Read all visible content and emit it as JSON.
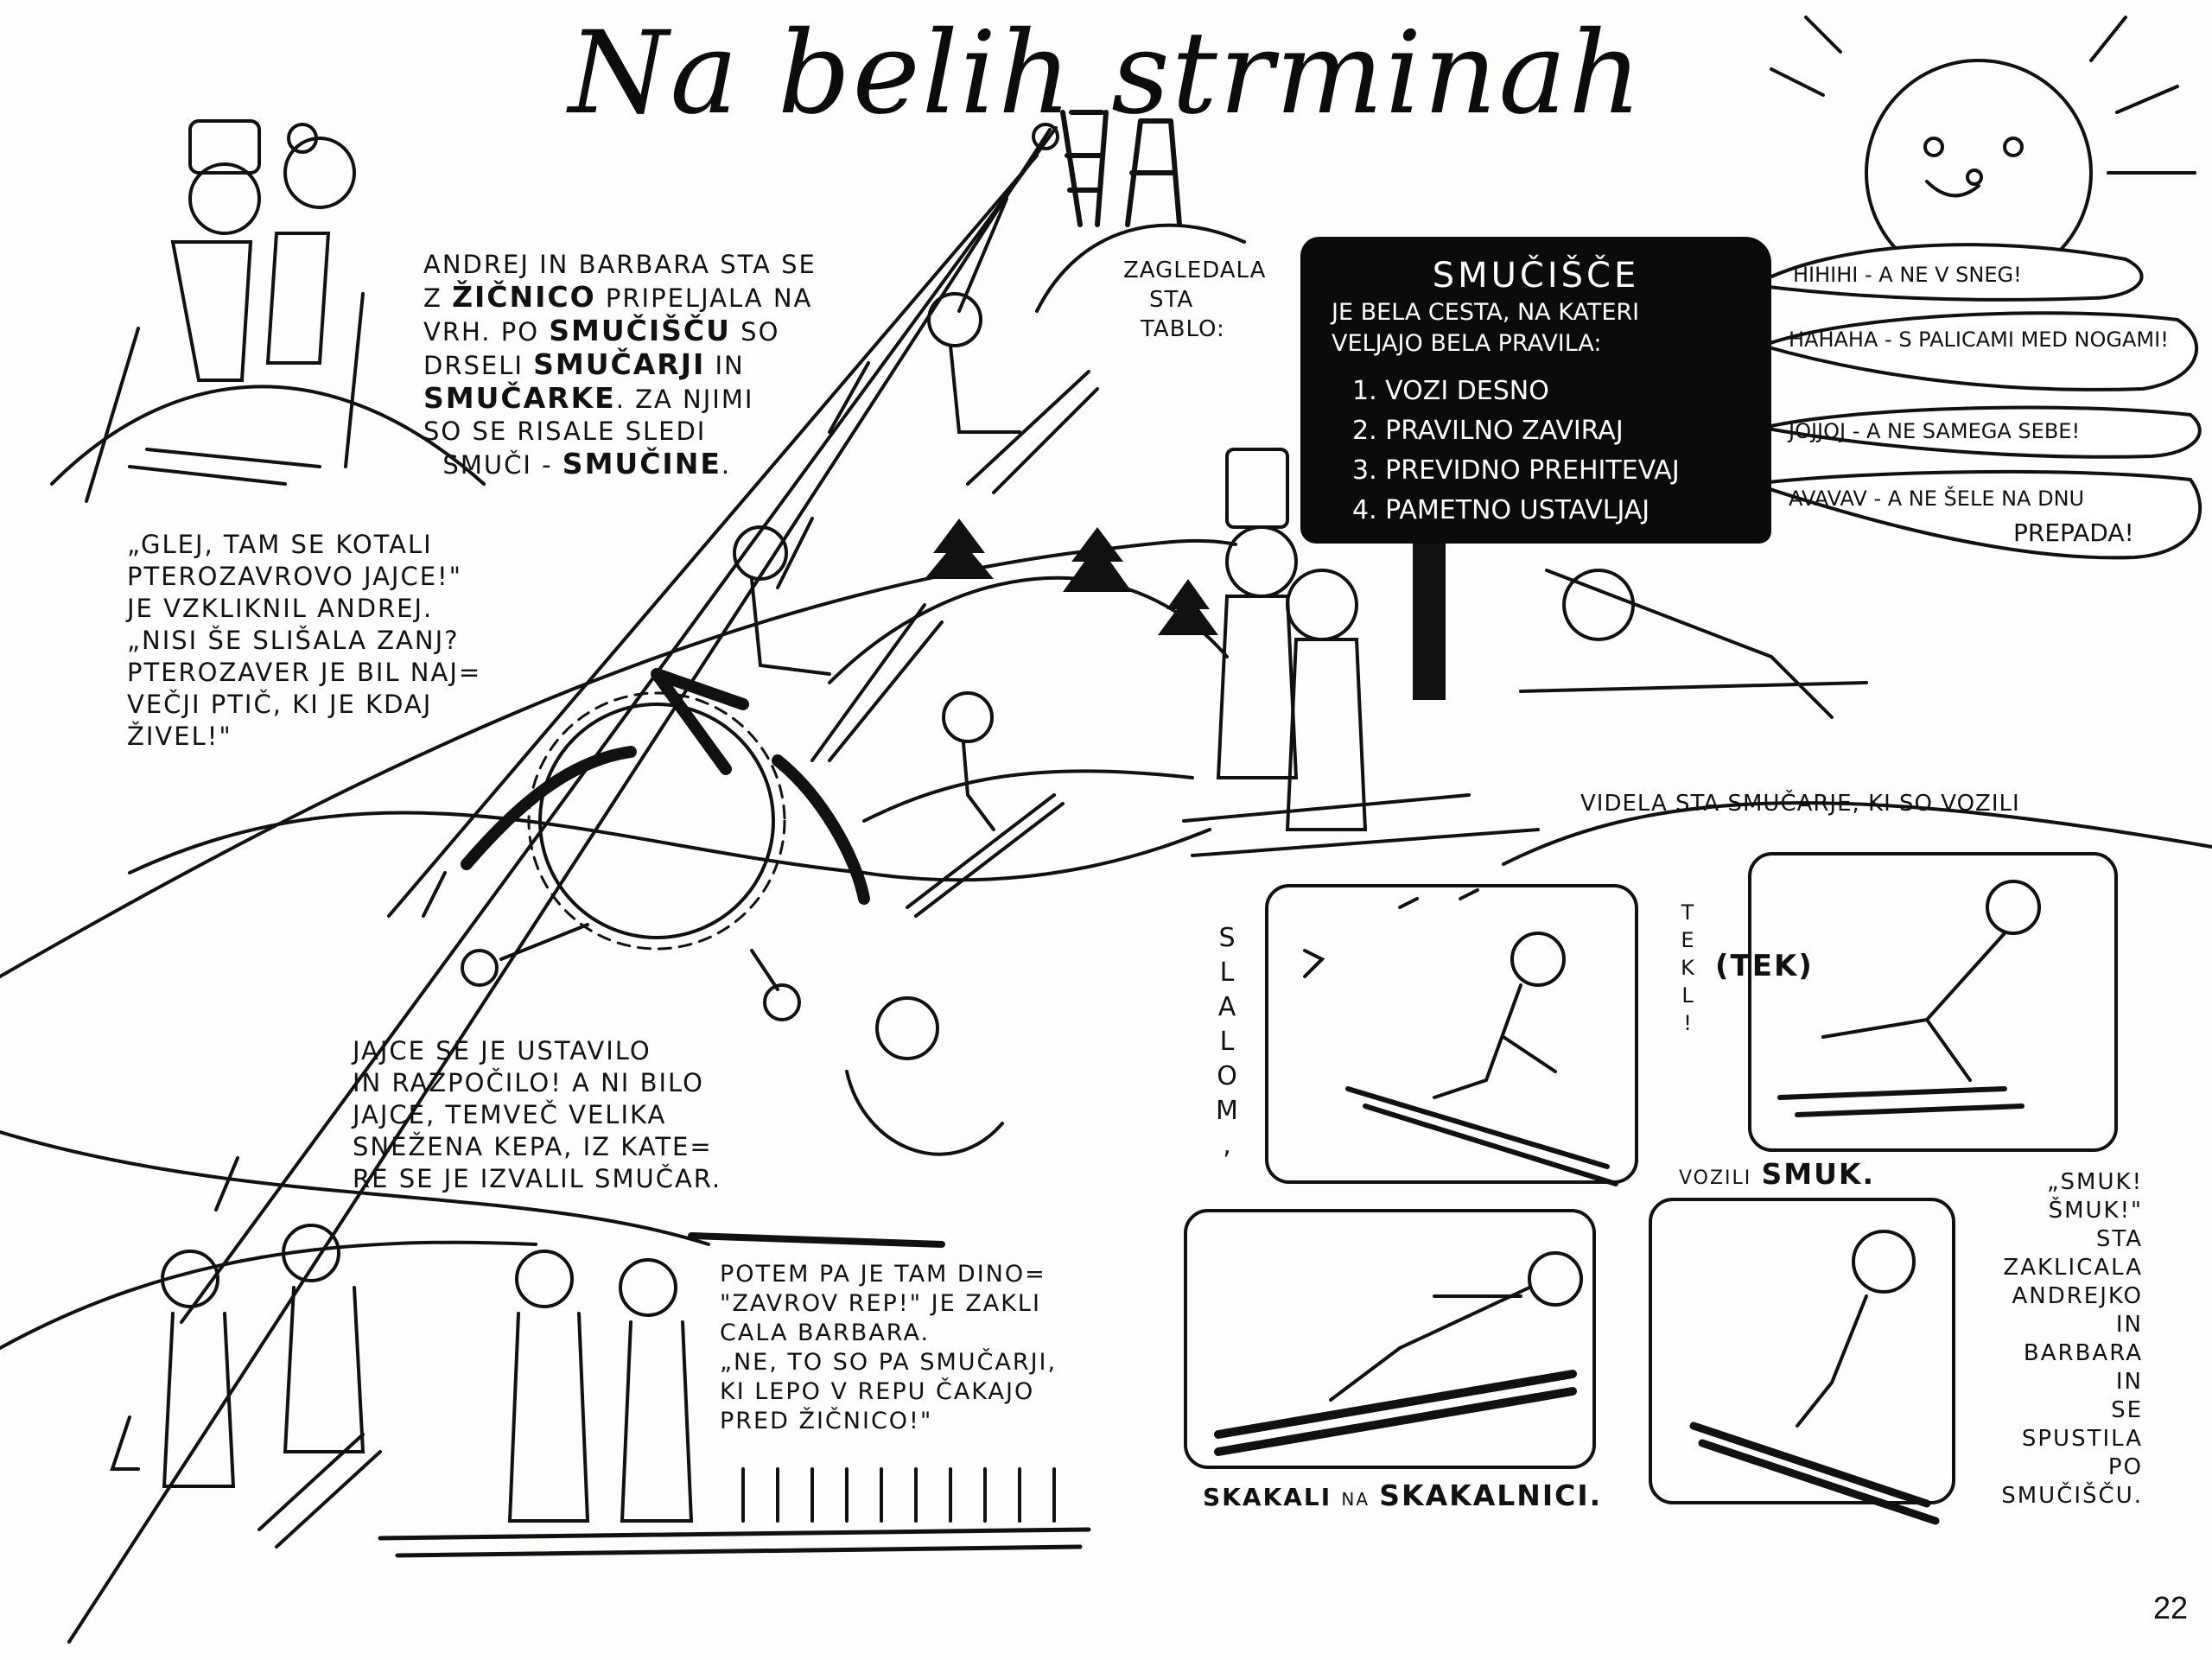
{
  "title": "Na belih strminah",
  "page_number": "22",
  "story": {
    "intro_lines": [
      [
        [
          "ANDREJ IN BARBARA STA SE",
          false
        ]
      ],
      [
        [
          "Z ",
          false
        ],
        [
          "ŽIČNICO",
          true
        ],
        [
          " PRIPELJALA NA",
          false
        ]
      ],
      [
        [
          "VRH. PO ",
          false
        ],
        [
          "SMUČIŠČU",
          true
        ],
        [
          " SO",
          false
        ]
      ],
      [
        [
          "DRSELI ",
          false
        ],
        [
          "SMUČARJI",
          true
        ],
        [
          " IN",
          false
        ]
      ],
      [
        [
          "SMUČARKE",
          true
        ],
        [
          ". ZA NJIMI",
          false
        ]
      ],
      [
        [
          "SO SE RISALE SLEDI",
          false
        ]
      ],
      [
        [
          "  SMUČI - ",
          false
        ],
        [
          "SMUČINE",
          true
        ],
        [
          ".",
          false
        ]
      ]
    ],
    "egg_lines": [
      "„GLEJ, TAM SE KOTALI",
      "PTEROZAVROVO JAJCE!\"",
      "JE VZKLIKNIL ANDREJ.",
      "„NISI ŠE SLIŠALA ZANJ?",
      "PTEROZAVER JE BIL NAJ=",
      "VEČJI PTIČ, KI JE KDAJ",
      "ŽIVEL!\""
    ],
    "snowball_lines": [
      "JAJCE SE JE USTAVILO",
      "IN RAZPOČILO! A NI BILO",
      "JAJCE, TEMVEČ VELIKA",
      "SNEŽENA KEPA, IZ KATE=",
      "RE SE JE IZVALIL SMUČAR."
    ],
    "queue_lines": [
      " POTEM PA JE TAM DINO=",
      "\"ZAVROV REP!\" JE ZAKLI",
      "CALA BARBARA.",
      "„NE, TO SO PA SMUČARJI,",
      "KI LEPO V REPU ČAKAJO",
      "PRED ŽIČNICO!\""
    ],
    "sign_caption": [
      "ZAGLEDALA",
      "STA",
      "TABLO:"
    ],
    "saw_skiers": "VIDELA STA SMUČARJE, KI SO VOZILI",
    "ending_lines": [
      "„SMUK!",
      "ŠMUK!\"",
      "STA",
      "ZAKLICALA",
      "ANDREJKO",
      "IN",
      "BARBARA",
      "IN",
      "SE",
      "SPUSTILA",
      "PO",
      "SMUČIŠČU."
    ]
  },
  "sign": {
    "heading": "SMUČIŠČE",
    "subtitle": [
      "JE BELA CESTA, NA KATERI",
      "VELJAJO BELA PRAVILA:"
    ],
    "rules": [
      "1. VOZI DESNO",
      "2. PRAVILNO ZAVIRAJ",
      "3. PREVIDNO PREHITEVAJ",
      "4. PAMETNO USTAVLJAJ"
    ]
  },
  "sun_bubbles": [
    "HIHIHI - A NE V SNEG!",
    "HAHAHA - S PALICAMI MED NOGAMI!",
    "JOJJOJ - A NE SAMEGA SEBE!",
    "AVAVAV - A NE ŠELE NA DNU",
    "PREPADA!"
  ],
  "panels": {
    "slalom_label": [
      "S",
      "L",
      "A",
      "L",
      "O",
      "M",
      ","
    ],
    "tek_label": [
      "T",
      "E",
      "K",
      "L",
      "!"
    ],
    "tek_sound": "(TEK)",
    "smuk_prefix": "VOZILI",
    "smuk_word": "SMUK.",
    "jump_prefix": "SKAKALI",
    "jump_mid": "NA",
    "jump_word": "SKAKALNICI."
  },
  "colors": {
    "ink": "#111111",
    "paper": "#fdfdfc"
  }
}
